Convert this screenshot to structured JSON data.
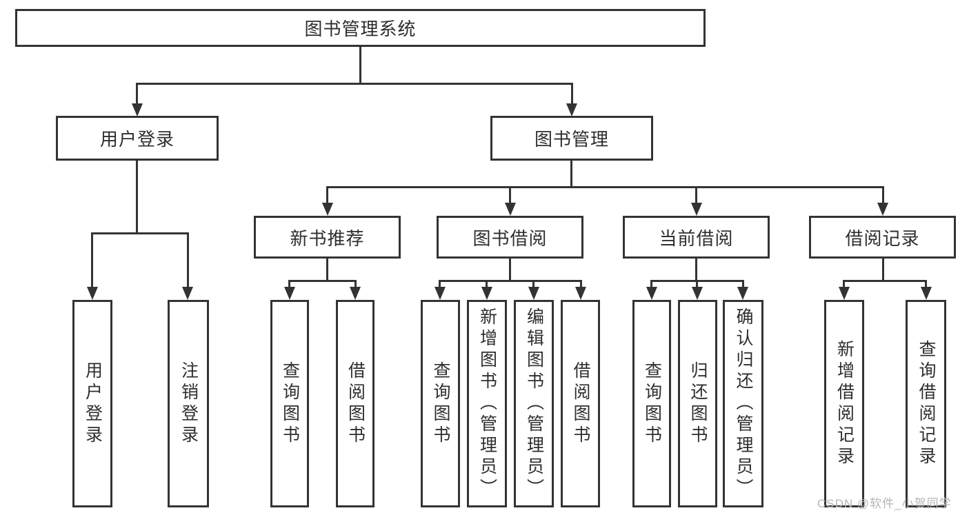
{
  "diagram": {
    "root": {
      "label": "图书管理系统"
    },
    "level2": [
      {
        "id": "user-login",
        "label": "用户登录"
      },
      {
        "id": "book-management",
        "label": "图书管理"
      }
    ],
    "level3": [
      {
        "id": "new-book-recommend",
        "label": "新书推荐"
      },
      {
        "id": "book-borrow",
        "label": "图书借阅"
      },
      {
        "id": "current-borrow",
        "label": "当前借阅"
      },
      {
        "id": "borrow-record",
        "label": "借阅记录"
      }
    ],
    "leaves": {
      "user_login": [
        "用户登录",
        "注销登录"
      ],
      "new_book_recommend": [
        "查询图书",
        "借阅图书"
      ],
      "book_borrow": [
        "查询图书",
        "新增图书（管理员）",
        "编辑图书（管理员）",
        "借阅图书"
      ],
      "current_borrow": [
        "查询图书",
        "归还图书",
        "确认归还（管理员）"
      ],
      "borrow_record": [
        "新增借阅记录",
        "查询借阅记录"
      ]
    }
  },
  "watermark": {
    "text": "CSDN @软件_小贺同学"
  },
  "colors": {
    "line_color": "#333333",
    "box_fill": "#ffffff",
    "text_color": "#2e2e2e",
    "watermark_color": "#b5b5b5"
  }
}
